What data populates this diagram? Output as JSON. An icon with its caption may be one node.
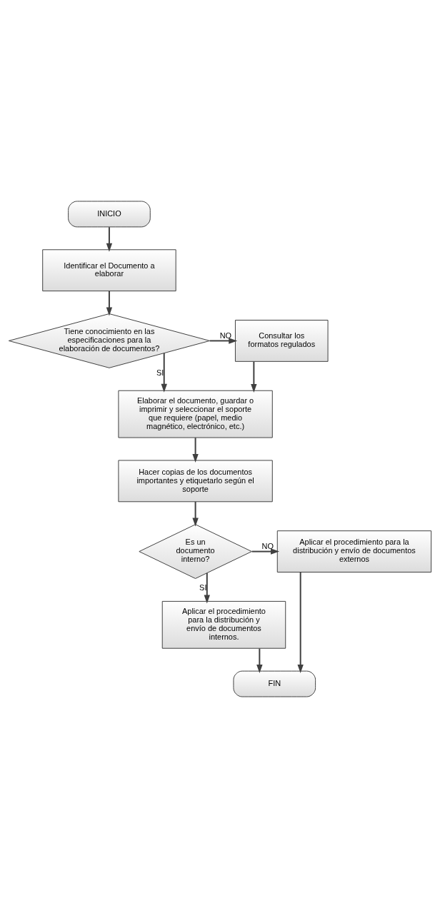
{
  "diagram": {
    "nodes": [
      {
        "text": [
          "INICIO"
        ]
      },
      {
        "text": [
          "Identificar el Documento a elaborar"
        ]
      },
      {
        "text": [
          "Tiene conocimiento en las especificaciones para la elaboración de documentos?"
        ]
      },
      {
        "text": [
          "Consultar los formatos regulados"
        ]
      },
      {
        "text": [
          "Elaborar el documento, guardar o imprimir y seleccionar el soporte que requiere (papel, medio magnético, electrónico, etc.)"
        ]
      },
      {
        "text": [
          "Hacer copias de los documentos importantes y etiquetarlo según el soporte"
        ]
      },
      {
        "text": [
          "Es un documento interno?"
        ]
      },
      {
        "text": [
          "Aplicar el procedimiento para la distribución y envío de documentos externos"
        ]
      },
      {
        "text": [
          "Aplicar el procedimiento para la distribución y envío de documentos internos."
        ]
      },
      {
        "text": [
          "FIN"
        ]
      }
    ],
    "edges": [
      {
        "from": 0,
        "to": 1,
        "arrow": "to"
      },
      {
        "from": 1,
        "to": 2,
        "arrow": "to"
      },
      {
        "from": 2,
        "to": 3,
        "arrow": "to",
        "label": "NO"
      },
      {
        "from": 2,
        "to": 4,
        "arrow": "to",
        "label": "SI"
      },
      {
        "from": 3,
        "to": 4,
        "arrow": "to"
      },
      {
        "from": 4,
        "to": 5,
        "arrow": "to"
      },
      {
        "from": 5,
        "to": 6,
        "arrow": "to"
      },
      {
        "from": 6,
        "to": 7,
        "arrow": "to",
        "label": "NO"
      },
      {
        "from": 6,
        "to": 8,
        "arrow": "to",
        "label": "SI"
      },
      {
        "from": 8,
        "to": 9,
        "arrow": "to"
      },
      {
        "from": 7,
        "to": 9,
        "arrow": "to"
      }
    ]
  }
}
